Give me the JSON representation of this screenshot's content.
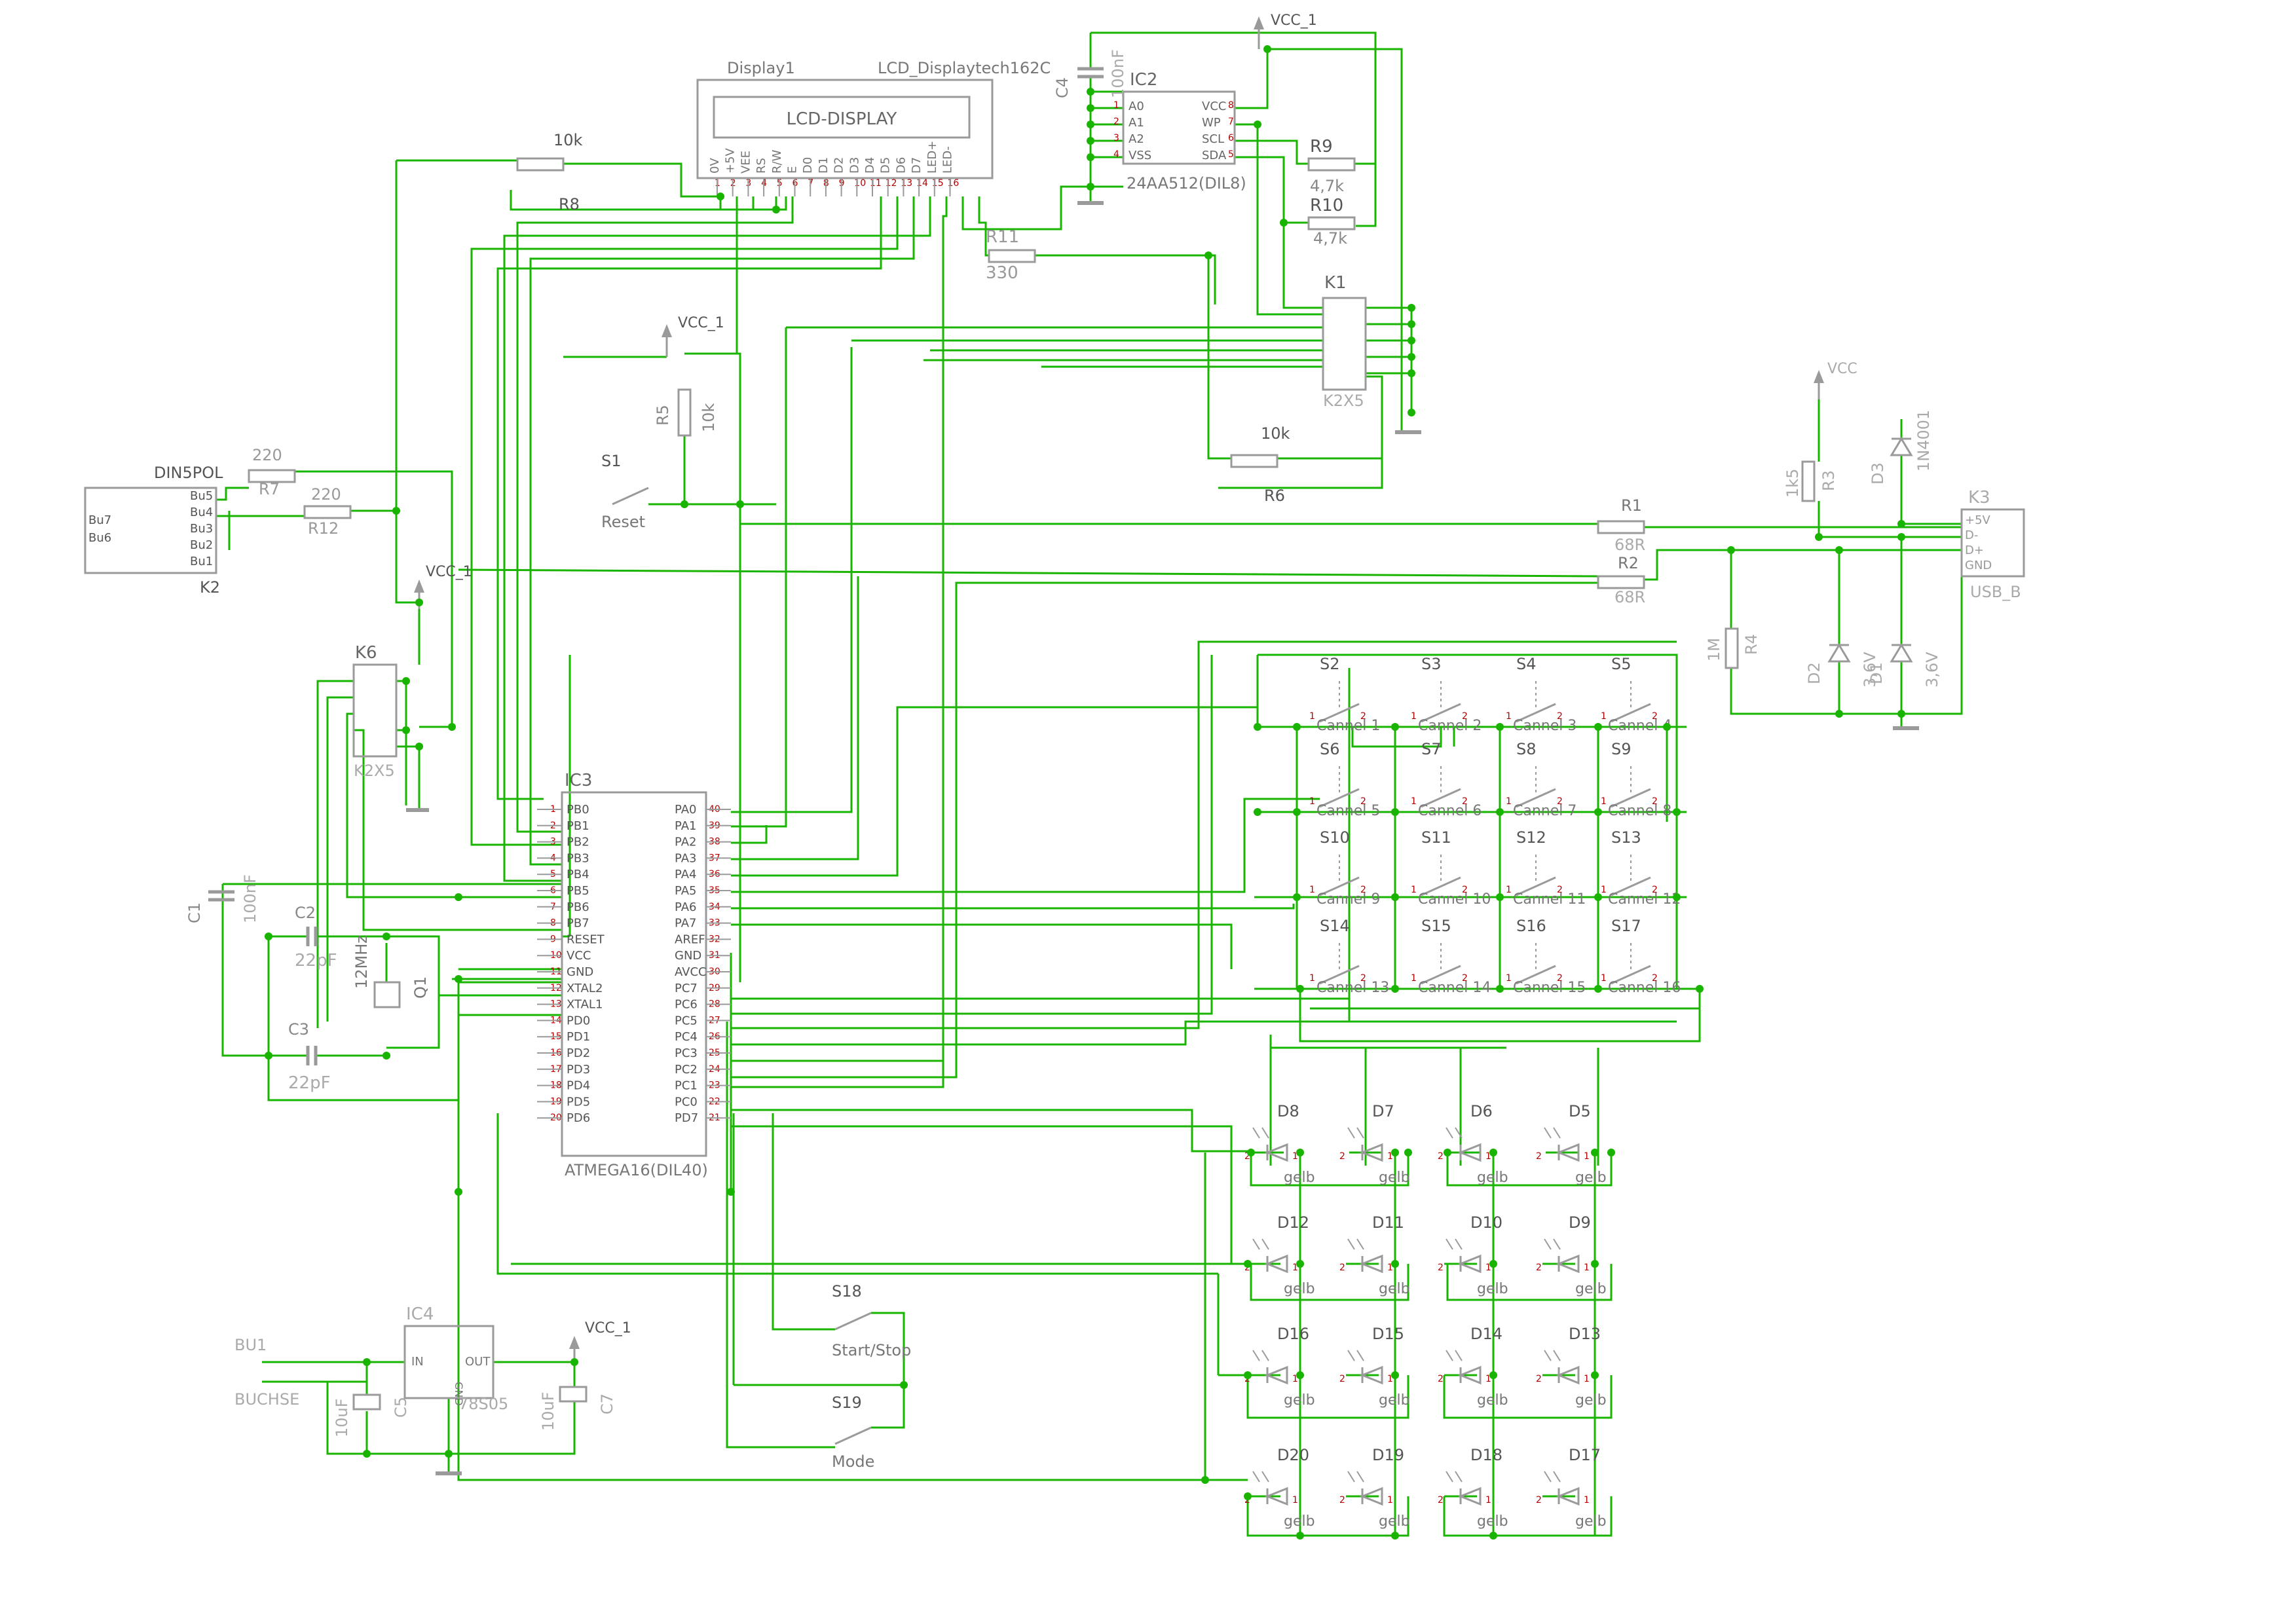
{
  "colors": {
    "wire": "#19b400",
    "component": "#9a9a9a",
    "label": "#555555",
    "pin": "#b40000",
    "junction": "#19b400",
    "background": "#ffffff"
  },
  "power": {
    "vcc": "VCC_1",
    "usb_vcc": "VCC"
  },
  "display": {
    "name": "Display1",
    "model": "LCD_Displaytech162C",
    "screen": "LCD-DISPLAY",
    "pins": [
      "0V",
      "+5V",
      "VEE",
      "RS",
      "R/W",
      "E",
      "D0",
      "D1",
      "D2",
      "D3",
      "D4",
      "D5",
      "D6",
      "D7",
      "LED+",
      "LED-"
    ]
  },
  "eeprom": {
    "name": "IC2",
    "model": "24AA512(DIL8)",
    "left_pins": [
      "A0",
      "A1",
      "A2",
      "VSS"
    ],
    "right_pins": [
      "VCC",
      "WP",
      "SCL",
      "SDA"
    ]
  },
  "mcu": {
    "name": "IC3",
    "model": "ATMEGA16(DIL40)",
    "left_pins": [
      "PB0",
      "PB1",
      "PB2",
      "PB3",
      "PB4",
      "PB5",
      "PB6",
      "PB7",
      "RESET",
      "VCC",
      "GND",
      "XTAL2",
      "XTAL1",
      "PD0",
      "PD1",
      "PD2",
      "PD3",
      "PD4",
      "PD5",
      "PD6"
    ],
    "right_pins": [
      "PA0",
      "PA1",
      "PA2",
      "PA3",
      "PA4",
      "PA5",
      "PA6",
      "PA7",
      "AREF",
      "GND",
      "AVCC",
      "PC7",
      "PC6",
      "PC5",
      "PC4",
      "PC3",
      "PC2",
      "PC1",
      "PC0",
      "PD7"
    ]
  },
  "regulator": {
    "name": "IC4",
    "model": "78S05",
    "in": "IN",
    "out": "OUT",
    "gnd": "GND"
  },
  "connectors": {
    "k1": {
      "name": "K1",
      "model": "K2X5"
    },
    "k6": {
      "name": "K6",
      "model": "K2X5"
    },
    "k2": {
      "name": "K2",
      "model": "DIN5POL",
      "pins": [
        "Bu5",
        "Bu4",
        "Bu3",
        "Bu2",
        "Bu1"
      ],
      "left_pins": [
        "Bu7",
        "Bu6"
      ]
    },
    "k3": {
      "name": "K3",
      "model": "USB_B",
      "pins": [
        "+5V",
        "D-",
        "D+",
        "GND"
      ]
    },
    "bu1": {
      "name": "BU1",
      "model": "BUCHSE"
    }
  },
  "resistors": {
    "r8": {
      "name": "R8",
      "value": "10k"
    },
    "r5": {
      "name": "R5",
      "value": "10k"
    },
    "r6": {
      "name": "R6",
      "value": "10k"
    },
    "r7": {
      "name": "R7",
      "value": "220"
    },
    "r12": {
      "name": "R12",
      "value": "220"
    },
    "r9": {
      "name": "R9",
      "value": "4,7k"
    },
    "r10": {
      "name": "R10",
      "value": "4,7k"
    },
    "r11": {
      "name": "R11",
      "value": "330"
    },
    "r1": {
      "name": "R1",
      "value": "68R"
    },
    "r2": {
      "name": "R2",
      "value": "68R"
    },
    "r3": {
      "name": "R3",
      "value": "1k5"
    },
    "r4": {
      "name": "R4",
      "value": "1M"
    }
  },
  "capacitors": {
    "c1": {
      "name": "C1",
      "value": "100nF"
    },
    "c2": {
      "name": "C2",
      "value": "22pF"
    },
    "c3": {
      "name": "C3",
      "value": "22pF"
    },
    "c4": {
      "name": "C4",
      "value": "100nF"
    },
    "c5": {
      "name": "C5",
      "value": "10uF"
    },
    "c7": {
      "name": "C7",
      "value": "10uF"
    }
  },
  "crystal": {
    "name": "Q1",
    "value": "12MHz"
  },
  "diodes": {
    "d1": {
      "name": "D1",
      "value": "3,6V"
    },
    "d2": {
      "name": "D2",
      "value": "3,6V"
    },
    "d3": {
      "name": "D3",
      "value": "1N4001"
    }
  },
  "switches": {
    "reset": {
      "name": "S1",
      "label": "Reset"
    },
    "start": {
      "name": "S18",
      "label": "Start/Stop"
    },
    "mode": {
      "name": "S19",
      "label": "Mode"
    }
  },
  "channels": [
    {
      "name": "S2",
      "label": "Cannel 1"
    },
    {
      "name": "S3",
      "label": "Cannel 2"
    },
    {
      "name": "S4",
      "label": "Cannel 3"
    },
    {
      "name": "S5",
      "label": "Cannel 4"
    },
    {
      "name": "S6",
      "label": "Cannel 5"
    },
    {
      "name": "S7",
      "label": "Cannel 6"
    },
    {
      "name": "S8",
      "label": "Cannel 7"
    },
    {
      "name": "S9",
      "label": "Cannel 8"
    },
    {
      "name": "S10",
      "label": "Cannel 9"
    },
    {
      "name": "S11",
      "label": "Cannel 10"
    },
    {
      "name": "S12",
      "label": "Cannel 11"
    },
    {
      "name": "S13",
      "label": "Cannel 12"
    },
    {
      "name": "S14",
      "label": "Cannel 13"
    },
    {
      "name": "S15",
      "label": "Cannel 14"
    },
    {
      "name": "S16",
      "label": "Cannel 15"
    },
    {
      "name": "S17",
      "label": "Cannel 16"
    }
  ],
  "leds": [
    {
      "name": "D8",
      "color": "gelb"
    },
    {
      "name": "D7",
      "color": "gelb"
    },
    {
      "name": "D6",
      "color": "gelb"
    },
    {
      "name": "D5",
      "color": "gelb"
    },
    {
      "name": "D12",
      "color": "gelb"
    },
    {
      "name": "D11",
      "color": "gelb"
    },
    {
      "name": "D10",
      "color": "gelb"
    },
    {
      "name": "D9",
      "color": "gelb"
    },
    {
      "name": "D16",
      "color": "gelb"
    },
    {
      "name": "D15",
      "color": "gelb"
    },
    {
      "name": "D14",
      "color": "gelb"
    },
    {
      "name": "D13",
      "color": "gelb"
    },
    {
      "name": "D20",
      "color": "gelb"
    },
    {
      "name": "D19",
      "color": "gelb"
    },
    {
      "name": "D18",
      "color": "gelb"
    },
    {
      "name": "D17",
      "color": "gelb"
    }
  ]
}
